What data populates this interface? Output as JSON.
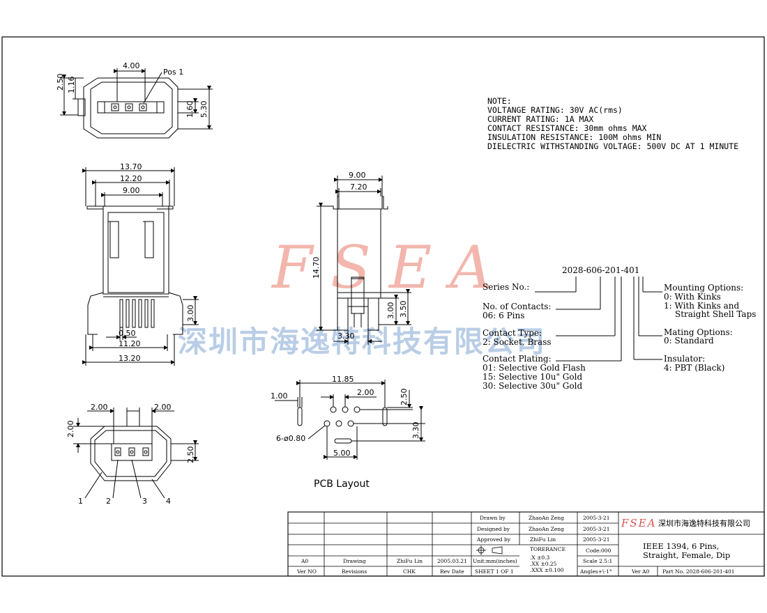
{
  "notes": {
    "heading": "NOTE:",
    "lines": [
      "VOLTANGE RATING: 30V AC(rms)",
      "CURRENT RATING: 1A MAX",
      "CONTACT RESISTANCE: 30mm ohms MAX",
      "INSULATION RESISTANCE: 100M ohms MIN",
      "DIELECTRIC WITHSTANDING VOLTAGE: 500V DC AT 1 MINUTE"
    ]
  },
  "watermark": {
    "brand": "FSEA",
    "registered": "®",
    "company_cn": "深圳市海逸特科技有限公司"
  },
  "top_view": {
    "d_400": "4.00",
    "pos1": "Pos 1",
    "d_250": "2.50",
    "d_116": "1.16",
    "d_160": "1.60",
    "d_530": "5.30"
  },
  "front_view": {
    "d_1370": "13.70",
    "d_1220": "12.20",
    "d_900": "9.00",
    "d_300": "3.00",
    "d_050": "0.50",
    "d_1120": "11.20",
    "d_1320": "13.20"
  },
  "side_view": {
    "d_900": "9.00",
    "d_720": "7.20",
    "d_1470": "14.70",
    "d_300": "3.00",
    "d_350": "3.50",
    "d_330": "3.30"
  },
  "end_view": {
    "d_200a": "2.00",
    "d_200b": "2.00",
    "d_200c": "2.00",
    "d_250": "2.50",
    "c1": "1",
    "c2": "2",
    "c3": "3",
    "c4": "4"
  },
  "pcb": {
    "d_1185": "11.85",
    "d_100": "1.00",
    "d_200": "2.00",
    "d_250": "2.50",
    "d_330": "3.30",
    "d_hole": "6-ø0.80",
    "d_500": "5.00",
    "label": "PCB Layout"
  },
  "part_number": {
    "code": "2028-606-201-401",
    "series_label": "Series No.:",
    "contacts_label": "No. of Contacts:",
    "contacts_value": "06: 6 Pins",
    "type_label": "Contact Type:",
    "type_value": "2: Socket, Brass",
    "plating_label": "Contact Plating:",
    "plating_values": [
      "01: Selective Gold Flash",
      "15: Selective 10u\" Gold",
      "30: Selective 30u\" Gold"
    ],
    "mounting_label": "Mounting Options:",
    "mounting_values": [
      "0: With Kinks",
      "1: With Kinks and",
      "Straight Shell Taps"
    ],
    "mating_label": "Mating Options:",
    "mating_value": "0: Standard",
    "insulator_label": "Insulator:",
    "insulator_value": "4: PBT (Black)"
  },
  "title_block": {
    "drawn_label": "Drawn  by",
    "drawn_name": "ZhaoAn Zeng",
    "drawn_date": "2005-3-21",
    "designed_label": "Designed by",
    "designed_name": "ZhaoAn Zeng",
    "designed_date": "2005-3-21",
    "approved_label": "Approved by",
    "approved_name": "ZhiFu Lin",
    "approved_date": "2005-3-21",
    "tolerance_label": "TORERANCE",
    "tol1": ".X      ±0.3",
    "tol2": ".XX     ±0.25",
    "tol3": ".XXX    ±0.100",
    "code": "Code:000",
    "scale": "Scale 2.5:1",
    "angles": "Angles+\\-1°",
    "units": "Unit:mm(inches)",
    "sheet": "SHEET 1 OF 1",
    "rev_a0": "A0",
    "rev_drawing": "Drawing",
    "rev_chk_name": "ZhiFu Lin",
    "rev_date_val": "2005.03.21",
    "h_verno": "Ver NO",
    "h_revisions": "Revisions",
    "h_chk": "CHK",
    "h_revdate": "Rev Date",
    "logo": "FSEA",
    "company": "深圳市海逸特科技有限公司",
    "description_1": "IEEE 1394, 6 Pins,",
    "description_2": "Straight, Female, Dip",
    "ver": "Ver A0",
    "part_no": "Part No. 2028-606-201-401"
  },
  "colors": {
    "line": "#000000",
    "watermark_red": "#f2b6ad",
    "watermark_blue": "#b9cde6"
  }
}
